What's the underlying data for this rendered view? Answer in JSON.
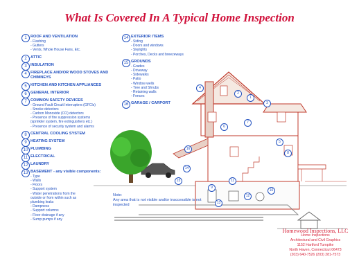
{
  "title": "What Is Covered In A Typical Home Inspection",
  "items_left": [
    {
      "num": "1",
      "label": "ROOF AND VENTILATION",
      "subs": [
        "- Flashing",
        "- Gutters",
        "- Vents, Whole House Fans, Etc."
      ]
    },
    {
      "num": "2",
      "label": "ATTIC",
      "subs": []
    },
    {
      "num": "3",
      "label": "INSULATION",
      "subs": []
    },
    {
      "num": "4",
      "label": "FIREPLACE AND/OR WOOD STOVES AND CHIMNEYS",
      "subs": []
    },
    {
      "num": "5",
      "label": "KITCHEN AND KITCHEN APPLIANCES",
      "subs": []
    },
    {
      "num": "6",
      "label": "GENERAL INTERIOR",
      "subs": []
    },
    {
      "num": "7",
      "label": "COMMON SAFETY DEVICES",
      "subs": [
        "- Ground Fault Circuit Interrupters (GFCIs)",
        "- Smoke detectors",
        "- Carbon Monoxide (CO) detectors",
        "- Presence of fire suppression systems",
        "  (sprinkler system, fire extinguishers etc.)",
        "- Presence of security system and alarms"
      ]
    },
    {
      "num": "8",
      "label": "CENTRAL COOLING SYSTEM",
      "subs": []
    },
    {
      "num": "9",
      "label": "HEATING SYSTEM",
      "subs": []
    },
    {
      "num": "10",
      "label": "PLUMBING",
      "subs": []
    },
    {
      "num": "11",
      "label": "ELECTRICAL",
      "subs": []
    },
    {
      "num": "12",
      "label": "LAUNDRY",
      "subs": []
    },
    {
      "num": "13",
      "label": "BASEMENT - any visible components:",
      "subs": [
        "- Type",
        "- Walls",
        "- Floors",
        "- Support system",
        "- Water penetrations from the",
        "  outside or from within such as",
        "  plumbing leaks",
        "- Dampness",
        "- Support columns",
        "- Floor drainage if any",
        "- Sump pumps if any"
      ]
    }
  ],
  "items_mid": [
    {
      "num": "14",
      "label": "EXTERIOR ITEMS",
      "subs": [
        "- Siding",
        "- Doors and windows",
        "- Skylights",
        "- Porches, Decks and breezeways"
      ]
    },
    {
      "num": "15",
      "label": "GROUNDS",
      "subs": [
        "- Grades",
        "- Driveway",
        "- Sidewalks",
        "- Patio",
        "- Window wells",
        "- Tree and Shrubs",
        "- Retaining walls",
        "- Fences"
      ]
    },
    {
      "num": "16",
      "label": "GARAGE / CARPORT",
      "subs": []
    }
  ],
  "note": {
    "heading": "Note:",
    "text": "Any area that is not visible and/or inaccessible is not inspected"
  },
  "company": {
    "name": "Homewood Inspections, LLC",
    "line1": "Home Inspections",
    "line2": "Architectural and Civil Graphics",
    "line3": "1152 Hartford Turnpike",
    "line4": "North Haven, Connecticut 06473",
    "line5": "(203) 640-7526   (203) 281-7573"
  },
  "callouts": [
    "1",
    "2",
    "3",
    "4",
    "5",
    "6",
    "7",
    "8",
    "9",
    "10",
    "11",
    "12",
    "13",
    "14",
    "15",
    "16"
  ],
  "colors": {
    "title": "#d0103a",
    "text": "#1f4fbf",
    "house_line": "#c0392b",
    "tree": "#3aa52b"
  }
}
